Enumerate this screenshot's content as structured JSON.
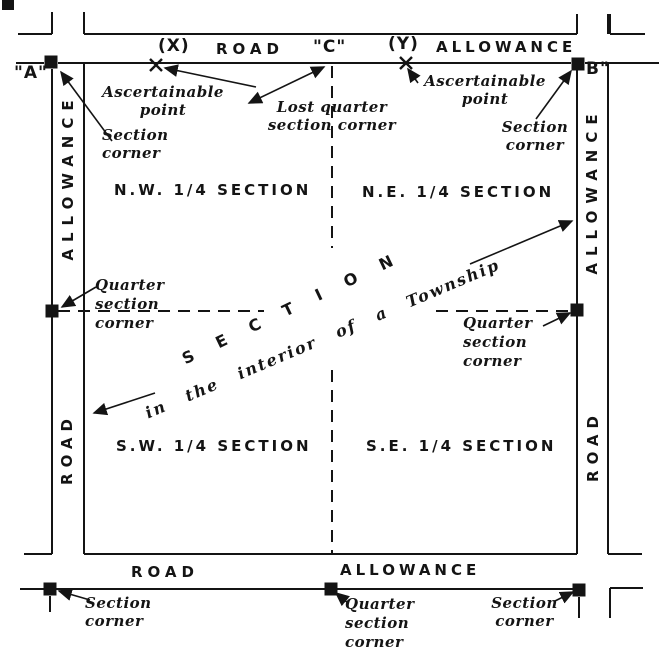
{
  "colors": {
    "ink": "#141414",
    "paper": "#ffffff"
  },
  "top_road": {
    "x_label": "(X)",
    "road": "ROAD",
    "c_label": "\"C\"",
    "y_label": "(Y)",
    "allowance": "ALLOWANCE"
  },
  "bottom_road": {
    "road": "ROAD",
    "allowance": "ALLOWANCE"
  },
  "left_road": {
    "allowance": "ALLOWANCE",
    "road": "ROAD"
  },
  "right_road": {
    "allowance": "ALLOWANCE",
    "road": "ROAD"
  },
  "corner_labels": {
    "a": "\"A\"",
    "b": "B\""
  },
  "quadrants": {
    "nw": "N.W. 1/4 SECTION",
    "ne": "N.E. 1/4 SECTION",
    "sw": "S.W. 1/4 SECTION",
    "se": "S.E. 1/4 SECTION"
  },
  "center": {
    "title": "S E C T I O N",
    "subtitle": "in the interior of a Township"
  },
  "labels": {
    "ascertainable_left": [
      "Ascertainable",
      "point"
    ],
    "lost_quarter": [
      "Lost quarter",
      "section corner"
    ],
    "ascertainable_right": [
      "Ascertainable",
      "point"
    ],
    "section_corner_nw": [
      "Section",
      "corner"
    ],
    "section_corner_ne": [
      "Section",
      "corner"
    ],
    "quarter_west": [
      "Quarter",
      "section",
      "corner"
    ],
    "quarter_east": [
      "Quarter",
      "section",
      "corner"
    ],
    "section_corner_sw": [
      "Section",
      "corner"
    ],
    "quarter_south": [
      "Quarter",
      "section",
      "corner"
    ],
    "section_corner_se": [
      "Section",
      "corner"
    ]
  }
}
